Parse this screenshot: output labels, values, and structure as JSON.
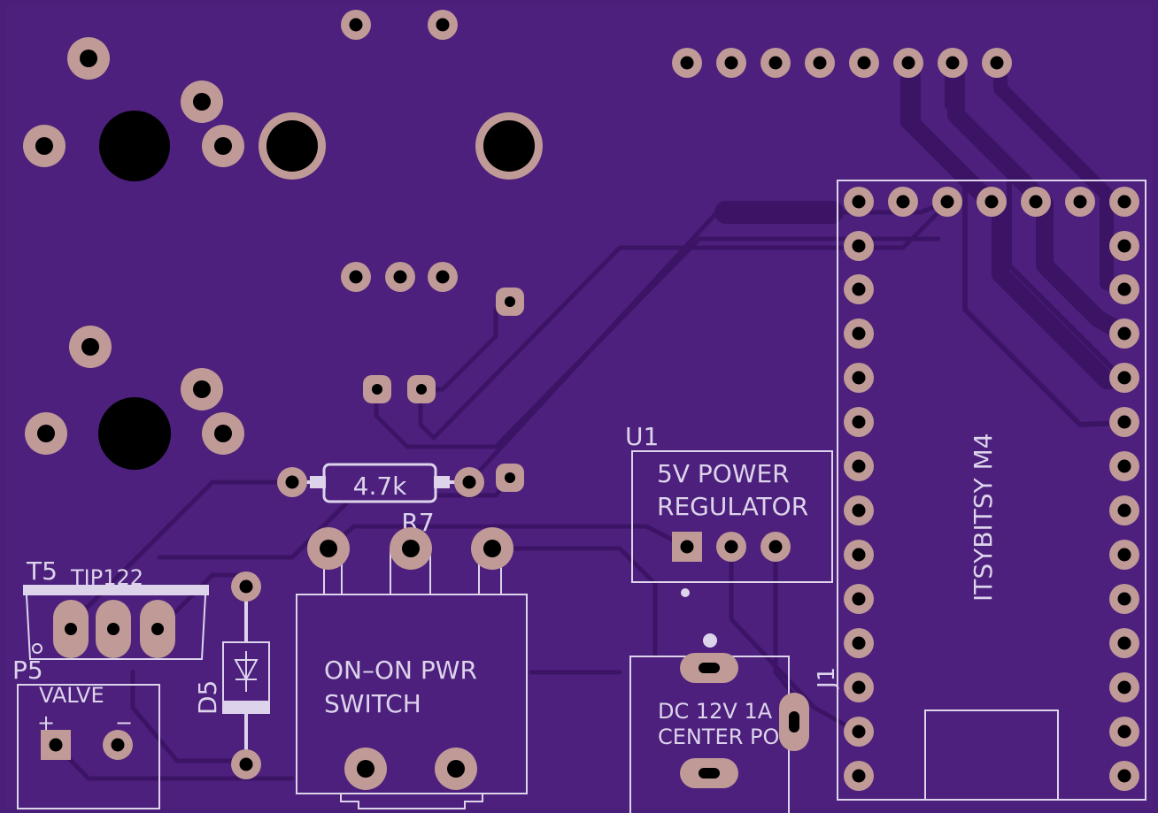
{
  "colors": {
    "board": "#4a1f7a",
    "copper_pour": "#4c207c",
    "trace": "#3c1466",
    "silkscreen": "#ddd4ec",
    "pad": "#bf9a96",
    "drill": "#000000",
    "edge": "#e8e8e8"
  },
  "labels": {
    "r7_value": "4.7k",
    "r7_ref": "R7",
    "u1_ref": "U1",
    "u1_line1": "5V POWER",
    "u1_line2": "REGULATOR",
    "t5_ref": "T5",
    "t5_part": "TIP122",
    "p5_ref": "P5",
    "p5_name": "VALVE",
    "p5_plus": "+",
    "p5_minus": "−",
    "d5_ref": "D5",
    "switch_line1": "ON–ON PWR",
    "switch_line2": "SWITCH",
    "dc_line1": "DC 12V 1A",
    "dc_line2": "CENTER PO",
    "j1_ref": "J1",
    "mcu_name": "ITSYBITSY M4"
  }
}
